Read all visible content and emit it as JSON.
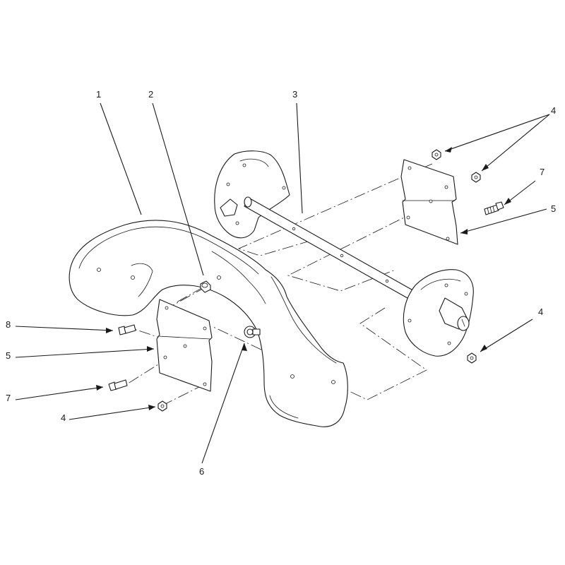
{
  "callouts": [
    {
      "id": "c1",
      "label": "1"
    },
    {
      "id": "c2",
      "label": "2"
    },
    {
      "id": "c3",
      "label": "3"
    },
    {
      "id": "c4a",
      "label": "4"
    },
    {
      "id": "c7a",
      "label": "7"
    },
    {
      "id": "c5a",
      "label": "5"
    },
    {
      "id": "c4b",
      "label": "4"
    },
    {
      "id": "c8",
      "label": "8"
    },
    {
      "id": "c5b",
      "label": "5"
    },
    {
      "id": "c7b",
      "label": "7"
    },
    {
      "id": "c4c",
      "label": "4"
    },
    {
      "id": "c6",
      "label": "6"
    }
  ],
  "colors": {
    "line": "#1a1a1a",
    "background": "#ffffff"
  }
}
